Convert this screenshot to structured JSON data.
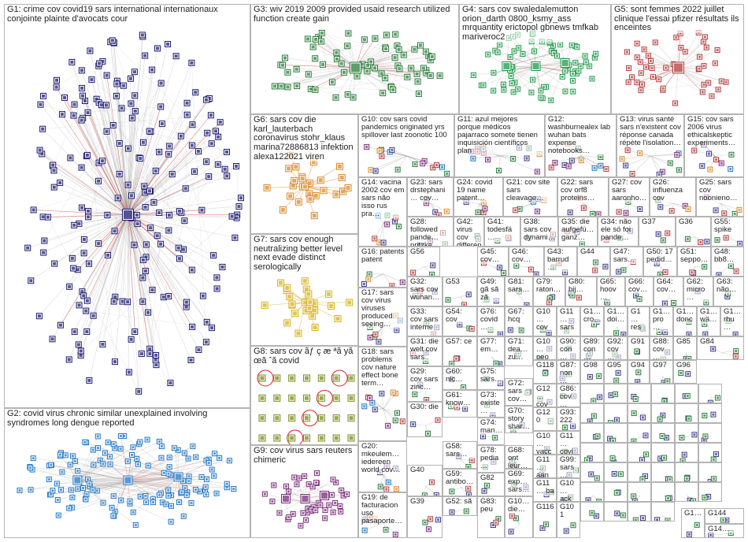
{
  "colors": {
    "border": "#b4b4b4",
    "edge_gray": "#9a9a9a",
    "edge_red": "#d22222",
    "label": "#222222"
  },
  "groups": [
    {
      "id": "G1",
      "label": "G1: crime cov covid19 sars international internationaux conjointe plainte d'avocats cour",
      "color": "#1a1a6e",
      "layout": "sphere"
    },
    {
      "id": "G2",
      "label": "G2: covid virus chronic similar unexplained involving syndromes long dengue reported",
      "color": "#2277c5",
      "layout": "ring"
    },
    {
      "id": "G3",
      "label": "G3: wiv 2019 2009 provided usaid research utilized function create gain",
      "color": "#2a7d3a",
      "layout": "sphere"
    },
    {
      "id": "G4",
      "label": "G4: sars cov swaledalemutton orion_darth 0800_ksmy_ass mrquantity erictopol gbnews tmfkab mariveroc2",
      "color": "#1f9a4a",
      "layout": "ring"
    },
    {
      "id": "G5",
      "label": "G5: sont femmes 2022 juillet clinique l'essai pfizer résultats ils enceintes",
      "color": "#b33a3a",
      "layout": "sphere"
    },
    {
      "id": "G6",
      "label": "G6: sars cov die karl_lauterbach coronavirus stohr_klaus marina72886813 infektion alexa122021 viren",
      "color": "#d98a2b",
      "layout": "cluster"
    },
    {
      "id": "G7",
      "label": "G7: sars cov enough neutralizing better level next evade distinct serologically",
      "color": "#d6b11a",
      "layout": "cluster"
    },
    {
      "id": "G8",
      "label": "G8: sars cov ãƒ ç æ ªã yã œã ˆã covid",
      "color": "#7a8a1a",
      "layout": "grid"
    },
    {
      "id": "G9",
      "label": "G9: cov virus sars reuters chimeric",
      "color": "#7a2a7a",
      "layout": "ring"
    },
    {
      "id": "G10",
      "label": "G10: cov sars covid pandemics originated yrs spillover last zoonotic 100",
      "color": "#444",
      "layout": "small"
    },
    {
      "id": "G11",
      "label": "G11: azul mejores porque médicos pajarraco somete tienen inquisición científicos plan",
      "color": "#444",
      "layout": "small"
    },
    {
      "id": "G12",
      "label": "G12: washburnealex lab wuhan bats expense notebooks…",
      "color": "#444",
      "layout": "small"
    },
    {
      "id": "G13",
      "label": "G13: virus santé sars n'existent cov réponse canada répète l'isolation…",
      "color": "#444",
      "layout": "small"
    },
    {
      "id": "G15",
      "label": "G15: cov sars 2006 virus ethicalskeptic experiments…",
      "color": "#444",
      "layout": "small"
    },
    {
      "id": "G14",
      "label": "G14: vacina 2002 cov em sars não isso rus pra…",
      "color": "#444",
      "layout": "small"
    },
    {
      "id": "G23",
      "label": "G23: sars drstephani… cov…",
      "color": "#444",
      "layout": "small"
    },
    {
      "id": "G24",
      "label": "G24: covid 19 name patent…",
      "color": "#444",
      "layout": "small"
    },
    {
      "id": "G21",
      "label": "G21: cov site sars cleavage…",
      "color": "#444",
      "layout": "small"
    },
    {
      "id": "G22",
      "label": "G22: sars cov orf8 proteins…",
      "color": "#444",
      "layout": "small"
    },
    {
      "id": "G27",
      "label": "G27: cov sars aaronho…",
      "color": "#444",
      "layout": "small"
    },
    {
      "id": "G26",
      "label": "G26: influenza cov",
      "color": "#444",
      "layout": "small"
    },
    {
      "id": "G25",
      "label": "G25: sars cov noonieno…",
      "color": "#444",
      "layout": "small"
    },
    {
      "id": "G28",
      "label": "G28: followed pande… pritzke…",
      "color": "#444",
      "layout": "small"
    },
    {
      "id": "G42",
      "label": "G42: virus cov different",
      "color": "#444",
      "layout": "small"
    },
    {
      "id": "G41",
      "label": "G41: todesfä…",
      "color": "#444",
      "layout": "small"
    },
    {
      "id": "G38",
      "label": "G38: sars cov dynami…",
      "color": "#444",
      "layout": "small"
    },
    {
      "id": "G35",
      "label": "G35: die aufgefü… ganz…",
      "color": "#444",
      "layout": "small"
    },
    {
      "id": "G34",
      "label": "G34: não ele só foi pande…",
      "color": "#444",
      "layout": "small"
    },
    {
      "id": "G37",
      "label": "G37",
      "color": "#444",
      "layout": "small"
    },
    {
      "id": "G36",
      "label": "G36",
      "color": "#444",
      "layout": "small"
    },
    {
      "id": "G55",
      "label": "G55: spike",
      "color": "#444",
      "layout": "small"
    },
    {
      "id": "G16",
      "label": "G16: patents patent",
      "color": "#444",
      "layout": "small"
    },
    {
      "id": "G56",
      "label": "G56",
      "color": "#444",
      "layout": "small"
    },
    {
      "id": "G45",
      "label": "G45: cov…",
      "color": "#444",
      "layout": "small"
    },
    {
      "id": "G46",
      "label": "G46: cov…",
      "color": "#444",
      "layout": "small"
    },
    {
      "id": "G43",
      "label": "G43: barrud…",
      "color": "#444",
      "layout": "small"
    },
    {
      "id": "G44",
      "label": "G44",
      "color": "#444",
      "layout": "small"
    },
    {
      "id": "G47",
      "label": "G47: sars…",
      "color": "#444",
      "layout": "small"
    },
    {
      "id": "G50",
      "label": "G50: 17 pedid…",
      "color": "#444",
      "layout": "small"
    },
    {
      "id": "G51",
      "label": "G51: seppo…",
      "color": "#444",
      "layout": "small"
    },
    {
      "id": "G48",
      "label": "G48: bb8…",
      "color": "#444",
      "layout": "small"
    },
    {
      "id": "G32",
      "label": "G32: sars cov wuhan…",
      "color": "#444",
      "layout": "small"
    },
    {
      "id": "G53",
      "label": "G53",
      "color": "#444",
      "layout": "small"
    },
    {
      "id": "G49",
      "label": "G49: gã sã zã",
      "color": "#444",
      "layout": "small"
    },
    {
      "id": "G81",
      "label": "G81: sars…",
      "color": "#444",
      "layout": "small"
    },
    {
      "id": "G79",
      "label": "G79: raton…",
      "color": "#444",
      "layout": "small"
    },
    {
      "id": "G80",
      "label": "G80: bij…",
      "color": "#444",
      "layout": "small"
    },
    {
      "id": "G65",
      "label": "G65: hoov…",
      "color": "#444",
      "layout": "small"
    },
    {
      "id": "G66",
      "label": "G66: cov…",
      "color": "#444",
      "layout": "small"
    },
    {
      "id": "G64",
      "label": "G64: cov…",
      "color": "#444",
      "layout": "small"
    },
    {
      "id": "G62",
      "label": "G62: micro…",
      "color": "#444",
      "layout": "small"
    },
    {
      "id": "G63",
      "label": "G63: não…",
      "color": "#444",
      "layout": "small"
    },
    {
      "id": "G33",
      "label": "G33: cov sars interne…",
      "color": "#444",
      "layout": "small"
    },
    {
      "id": "G54",
      "label": "G54: cov",
      "color": "#444",
      "layout": "small"
    },
    {
      "id": "G76",
      "label": "G76: covid…",
      "color": "#444",
      "layout": "small"
    },
    {
      "id": "G67",
      "label": "G67: hcq",
      "color": "#444",
      "layout": "small"
    },
    {
      "id": "G10x",
      "label": "G10… cov",
      "color": "#444",
      "layout": "small"
    },
    {
      "id": "G11x",
      "label": "G11… sars…",
      "color": "#444",
      "layout": "small"
    },
    {
      "id": "G1a",
      "label": "G1… cro…",
      "color": "#444",
      "layout": "small"
    },
    {
      "id": "G1b",
      "label": "G1… doi…",
      "color": "#444",
      "layout": "small"
    },
    {
      "id": "G1c",
      "label": "G1… res…",
      "color": "#444",
      "layout": "small"
    },
    {
      "id": "G1d",
      "label": "G1… pro…",
      "color": "#444",
      "layout": "small"
    },
    {
      "id": "G1e",
      "label": "G1… donc",
      "color": "#444",
      "layout": "small"
    },
    {
      "id": "G1f",
      "label": "G1… wä…",
      "color": "#444",
      "layout": "small"
    },
    {
      "id": "G1g",
      "label": "G1… rhu…",
      "color": "#444",
      "layout": "small"
    },
    {
      "id": "G17",
      "label": "G17: sars cov virus viruses produced seeing…",
      "color": "#444",
      "layout": "small"
    },
    {
      "id": "G31",
      "label": "G31: die welt cov sars",
      "color": "#444",
      "layout": "small"
    },
    {
      "id": "G57",
      "label": "G57: ce",
      "color": "#444",
      "layout": "small"
    },
    {
      "id": "G77",
      "label": "G77: em…",
      "color": "#444",
      "layout": "small"
    },
    {
      "id": "G71",
      "label": "G71: dea… zu…",
      "color": "#444",
      "layout": "small"
    },
    {
      "id": "G10y",
      "label": "G10… peo…",
      "color": "#444",
      "layout": "small"
    },
    {
      "id": "G90",
      "label": "G90: con…",
      "color": "#444",
      "layout": "small"
    },
    {
      "id": "G89",
      "label": "G89: con…",
      "color": "#444",
      "layout": "small"
    },
    {
      "id": "G92",
      "label": "G92: cov…",
      "color": "#444",
      "layout": "small"
    },
    {
      "id": "G91",
      "label": "G91",
      "color": "#444",
      "layout": "small"
    },
    {
      "id": "G88",
      "label": "G88: cov…",
      "color": "#444",
      "layout": "small"
    },
    {
      "id": "G85",
      "label": "G85",
      "color": "#444",
      "layout": "small"
    },
    {
      "id": "G84",
      "label": "G84",
      "color": "#444",
      "layout": "small"
    },
    {
      "id": "G18",
      "label": "G18: sars problems cov nature effect bone term…",
      "color": "#444",
      "layout": "small"
    },
    {
      "id": "G60",
      "label": "G60: nic…",
      "color": "#444",
      "layout": "small"
    },
    {
      "id": "G75",
      "label": "G75: sars…",
      "color": "#444",
      "layout": "small"
    },
    {
      "id": "G118",
      "label": "G118",
      "color": "#444",
      "layout": "small"
    },
    {
      "id": "G87",
      "label": "G87: non…",
      "color": "#444",
      "layout": "small"
    },
    {
      "id": "G98",
      "label": "G98",
      "color": "#444",
      "layout": "small"
    },
    {
      "id": "G95",
      "label": "G95",
      "color": "#444",
      "layout": "small"
    },
    {
      "id": "G94",
      "label": "G94",
      "color": "#444",
      "layout": "small"
    },
    {
      "id": "G97",
      "label": "G97",
      "color": "#444",
      "layout": "small"
    },
    {
      "id": "G96",
      "label": "G96",
      "color": "#444",
      "layout": "small"
    },
    {
      "id": "G29",
      "label": "G29: cov sars zinc…",
      "color": "#444",
      "layout": "small"
    },
    {
      "id": "G72",
      "label": "G72: sars cov…",
      "color": "#444",
      "layout": "small"
    },
    {
      "id": "G12x",
      "label": "G12… cov…",
      "color": "#444",
      "layout": "small"
    },
    {
      "id": "G86",
      "label": "G86: cov…",
      "color": "#444",
      "layout": "small"
    },
    {
      "id": "G61",
      "label": "G61: know…",
      "color": "#444",
      "layout": "small"
    },
    {
      "id": "G73",
      "label": "G73: existe…",
      "color": "#444",
      "layout": "small"
    },
    {
      "id": "G120",
      "label": "G120",
      "color": "#444",
      "layout": "small"
    },
    {
      "id": "G93",
      "label": "G93: 222",
      "color": "#444",
      "layout": "small"
    },
    {
      "id": "G30",
      "label": "G30: die",
      "color": "#444",
      "layout": "small"
    },
    {
      "id": "G74",
      "label": "G74: man…",
      "color": "#444",
      "layout": "small"
    },
    {
      "id": "G70",
      "label": "G70: story shar…",
      "color": "#444",
      "layout": "small"
    },
    {
      "id": "G10z",
      "label": "G10… vacc…",
      "color": "#444",
      "layout": "small"
    },
    {
      "id": "G11z",
      "label": "G11… covi…",
      "color": "#444",
      "layout": "small"
    },
    {
      "id": "G20",
      "label": "G20: mkeulem… iedereen world cov…",
      "color": "#444",
      "layout": "small"
    },
    {
      "id": "G58",
      "label": "G58: sars…",
      "color": "#444",
      "layout": "small"
    },
    {
      "id": "G78",
      "label": "G78: pedia…",
      "color": "#444",
      "layout": "small"
    },
    {
      "id": "G68",
      "label": "G68: ont leur…",
      "color": "#444",
      "layout": "small"
    },
    {
      "id": "G11w",
      "label": "G11… aan",
      "color": "#444",
      "layout": "small"
    },
    {
      "id": "G99",
      "label": "G99: sars…",
      "color": "#444",
      "layout": "small"
    },
    {
      "id": "G40",
      "label": "G40",
      "color": "#444",
      "layout": "small"
    },
    {
      "id": "G59",
      "label": "G59: antibo…",
      "color": "#444",
      "layout": "small"
    },
    {
      "id": "G82",
      "label": "G82",
      "color": "#444",
      "layout": "small"
    },
    {
      "id": "G69",
      "label": "G69: exp… sars…",
      "color": "#444",
      "layout": "small"
    },
    {
      "id": "G19",
      "label": "G19: de facturacion uso pasaporte…",
      "color": "#444",
      "layout": "small"
    },
    {
      "id": "G39",
      "label": "G39",
      "color": "#444",
      "layout": "small"
    },
    {
      "id": "G52",
      "label": "G52: sã",
      "color": "#444",
      "layout": "small"
    },
    {
      "id": "G83",
      "label": "G83: peu",
      "color": "#444",
      "layout": "small"
    },
    {
      "id": "G10w",
      "label": "G10… die…",
      "color": "#444",
      "layout": "small"
    },
    {
      "id": "G116",
      "label": "G116",
      "color": "#444",
      "layout": "small"
    },
    {
      "id": "G101",
      "label": "G101",
      "color": "#444",
      "layout": "small"
    },
    {
      "id": "G11v",
      "label": "G11… ba",
      "color": "#444",
      "layout": "small"
    },
    {
      "id": "G10v",
      "label": "G10… ack",
      "color": "#444",
      "layout": "small"
    },
    {
      "id": "G144",
      "label": "G144",
      "color": "#444",
      "layout": "small"
    },
    {
      "id": "G14x",
      "label": "G14…",
      "color": "#444",
      "layout": "small"
    },
    {
      "id": "G1z",
      "label": "G1…",
      "color": "#444",
      "layout": "small"
    }
  ]
}
